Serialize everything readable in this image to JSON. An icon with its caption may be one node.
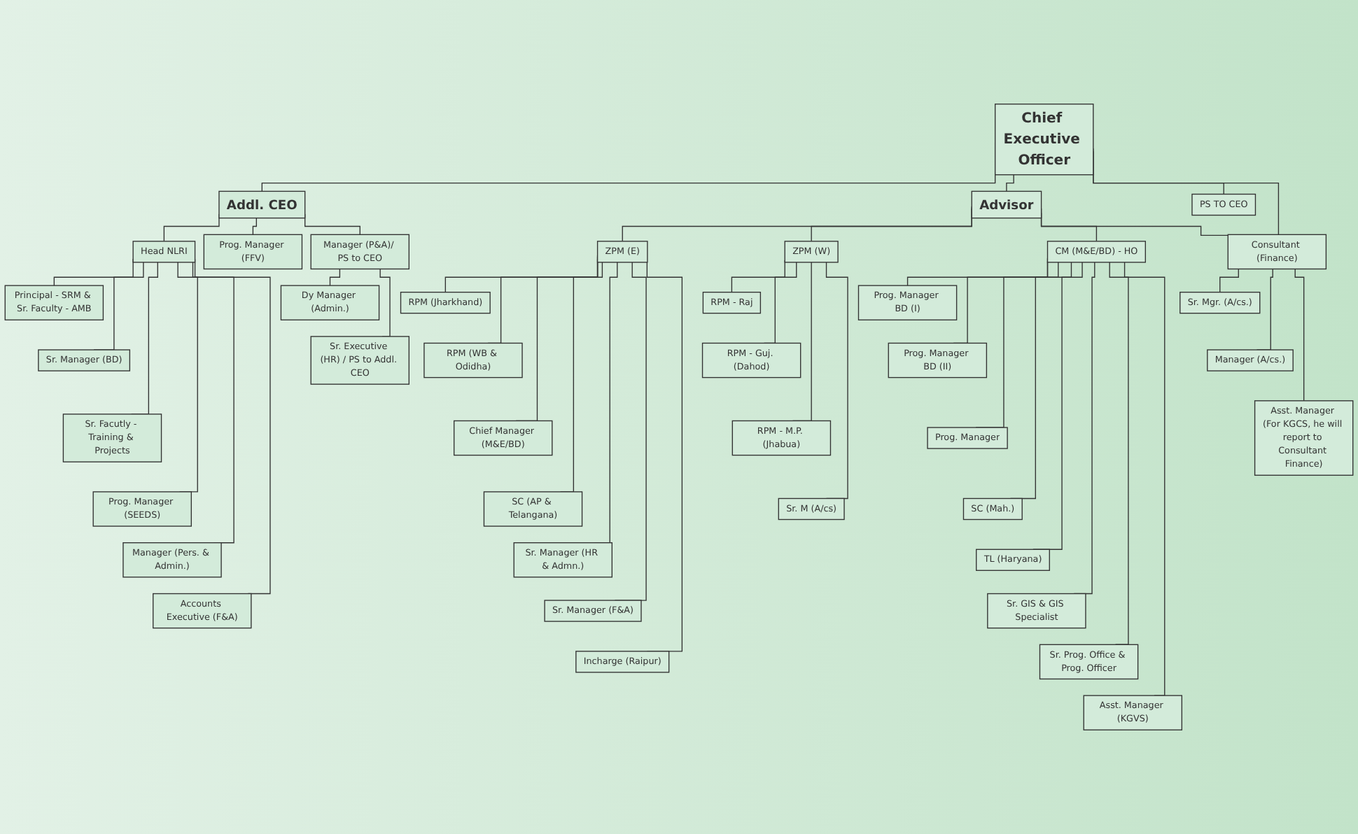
{
  "diagram": {
    "nodes": [
      {
        "text": [
          "Chief Executive Officer"
        ]
      },
      {
        "text": [
          "Addl. CEO"
        ]
      },
      {
        "text": [
          "Advisor"
        ]
      },
      {
        "text": [
          "PS TO CEO"
        ]
      },
      {
        "text": [
          "Head NLRI"
        ]
      },
      {
        "text": [
          "Prog. Manager (FFV)"
        ]
      },
      {
        "text": [
          "Manager (P&A)/ PS to CEO"
        ]
      },
      {
        "text": [
          "Dy Manager (Admin.)"
        ]
      },
      {
        "text": [
          "Sr. Executive (HR) / PS to Addl. CEO"
        ]
      },
      {
        "text": [
          "Principal - SRM & Sr. Faculty - AMB"
        ]
      },
      {
        "text": [
          "Sr. Manager (BD)"
        ]
      },
      {
        "text": [
          "Sr. Facutly - Training & Projects"
        ]
      },
      {
        "text": [
          "Prog. Manager (SEEDS)"
        ]
      },
      {
        "text": [
          "Manager (Pers. & Admin.)"
        ]
      },
      {
        "text": [
          "Accounts Executive (F&A)"
        ]
      },
      {
        "text": [
          "ZPM (E)"
        ]
      },
      {
        "text": [
          "ZPM (W)"
        ]
      },
      {
        "text": [
          "CM (M&E/BD) - HO"
        ]
      },
      {
        "text": [
          "Consultant (Finance)"
        ]
      },
      {
        "text": [
          "RPM (Jharkhand)"
        ]
      },
      {
        "text": [
          "RPM (WB & Odidha)"
        ]
      },
      {
        "text": [
          "Chief Manager (M&E/BD)"
        ]
      },
      {
        "text": [
          "SC (AP & Telangana)"
        ]
      },
      {
        "text": [
          "Sr. Manager (HR & Admn.)"
        ]
      },
      {
        "text": [
          "Sr. Manager (F&A)"
        ]
      },
      {
        "text": [
          "Incharge (Raipur)"
        ]
      },
      {
        "text": [
          "RPM - Raj"
        ]
      },
      {
        "text": [
          "RPM - Guj. (Dahod)"
        ]
      },
      {
        "text": [
          "RPM - M.P. (Jhabua)"
        ]
      },
      {
        "text": [
          "Sr. M (A/cs)"
        ]
      },
      {
        "text": [
          "Prog. Manager BD (I)"
        ]
      },
      {
        "text": [
          "Prog. Manager BD (II)"
        ]
      },
      {
        "text": [
          "Prog. Manager"
        ]
      },
      {
        "text": [
          "SC (Mah.)"
        ]
      },
      {
        "text": [
          "TL (Haryana)"
        ]
      },
      {
        "text": [
          "Sr. GIS & GIS Specialist"
        ]
      },
      {
        "text": [
          "Sr. Prog. Office & Prog. Officer"
        ]
      },
      {
        "text": [
          "Asst. Manager (KGVS)"
        ]
      },
      {
        "text": [
          "Sr. Mgr. (A/cs.)"
        ]
      },
      {
        "text": [
          "Manager (A/cs.)"
        ]
      },
      {
        "text": [
          "Asst. Manager (For KGCS, he will report to Consultant Finance)"
        ]
      }
    ],
    "edges": [
      {
        "from": 0,
        "to": 1,
        "arrow": "none"
      },
      {
        "from": 0,
        "to": 2,
        "arrow": "none"
      },
      {
        "from": 0,
        "to": 3,
        "arrow": "none"
      },
      {
        "from": 0,
        "to": 18,
        "arrow": "none"
      },
      {
        "from": 1,
        "to": 4,
        "arrow": "none"
      },
      {
        "from": 1,
        "to": 5,
        "arrow": "none"
      },
      {
        "from": 1,
        "to": 6,
        "arrow": "none"
      },
      {
        "from": 6,
        "to": 7,
        "arrow": "none"
      },
      {
        "from": 6,
        "to": 8,
        "arrow": "none"
      },
      {
        "from": 4,
        "to": 9,
        "arrow": "none"
      },
      {
        "from": 4,
        "to": 10,
        "arrow": "none"
      },
      {
        "from": 4,
        "to": 11,
        "arrow": "none"
      },
      {
        "from": 4,
        "to": 12,
        "arrow": "none"
      },
      {
        "from": 4,
        "to": 13,
        "arrow": "none"
      },
      {
        "from": 4,
        "to": 14,
        "arrow": "none"
      },
      {
        "from": 2,
        "to": 15,
        "arrow": "none"
      },
      {
        "from": 2,
        "to": 16,
        "arrow": "none"
      },
      {
        "from": 2,
        "to": 17,
        "arrow": "none"
      },
      {
        "from": 2,
        "to": 18,
        "arrow": "none"
      },
      {
        "from": 15,
        "to": 19,
        "arrow": "none"
      },
      {
        "from": 15,
        "to": 20,
        "arrow": "none"
      },
      {
        "from": 15,
        "to": 21,
        "arrow": "none"
      },
      {
        "from": 15,
        "to": 22,
        "arrow": "none"
      },
      {
        "from": 15,
        "to": 23,
        "arrow": "none"
      },
      {
        "from": 15,
        "to": 24,
        "arrow": "none"
      },
      {
        "from": 15,
        "to": 25,
        "arrow": "none"
      },
      {
        "from": 16,
        "to": 26,
        "arrow": "none"
      },
      {
        "from": 16,
        "to": 27,
        "arrow": "none"
      },
      {
        "from": 16,
        "to": 28,
        "arrow": "none"
      },
      {
        "from": 16,
        "to": 29,
        "arrow": "none"
      },
      {
        "from": 17,
        "to": 30,
        "arrow": "none"
      },
      {
        "from": 17,
        "to": 31,
        "arrow": "none"
      },
      {
        "from": 17,
        "to": 32,
        "arrow": "none"
      },
      {
        "from": 17,
        "to": 33,
        "arrow": "none"
      },
      {
        "from": 17,
        "to": 34,
        "arrow": "none"
      },
      {
        "from": 17,
        "to": 35,
        "arrow": "none"
      },
      {
        "from": 17,
        "to": 36,
        "arrow": "none"
      },
      {
        "from": 17,
        "to": 37,
        "arrow": "none"
      },
      {
        "from": 18,
        "to": 38,
        "arrow": "none"
      },
      {
        "from": 18,
        "to": 39,
        "arrow": "none"
      },
      {
        "from": 18,
        "to": 40,
        "arrow": "none"
      }
    ]
  }
}
